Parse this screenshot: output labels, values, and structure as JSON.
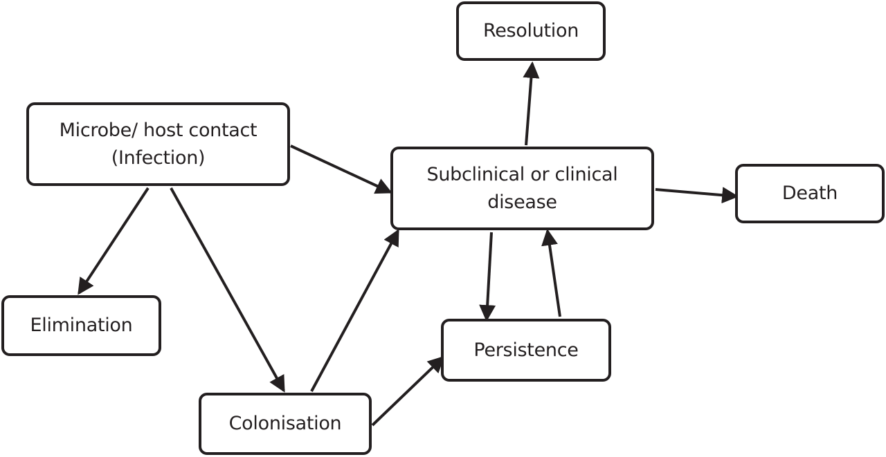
{
  "nodes": {
    "resolution": {
      "lines": [
        "Resolution"
      ]
    },
    "microbe": {
      "lines": [
        "Microbe/ host contact",
        "(Infection)"
      ]
    },
    "subclinical": {
      "lines": [
        "Subclinical or clinical",
        "disease"
      ]
    },
    "death": {
      "lines": [
        "Death"
      ]
    },
    "elimination": {
      "lines": [
        "Elimination"
      ]
    },
    "persistence": {
      "lines": [
        "Persistence"
      ]
    },
    "colonisation": {
      "lines": [
        "Colonisation"
      ]
    }
  },
  "edges": [
    {
      "from": "microbe",
      "to": "subclinical"
    },
    {
      "from": "microbe",
      "to": "elimination"
    },
    {
      "from": "microbe",
      "to": "colonisation"
    },
    {
      "from": "colonisation",
      "to": "subclinical"
    },
    {
      "from": "colonisation",
      "to": "persistence"
    },
    {
      "from": "subclinical",
      "to": "resolution"
    },
    {
      "from": "subclinical",
      "to": "death"
    },
    {
      "from": "subclinical",
      "to": "persistence"
    },
    {
      "from": "persistence",
      "to": "subclinical"
    }
  ],
  "colors": {
    "stroke": "#231f20",
    "background": "#ffffff"
  }
}
